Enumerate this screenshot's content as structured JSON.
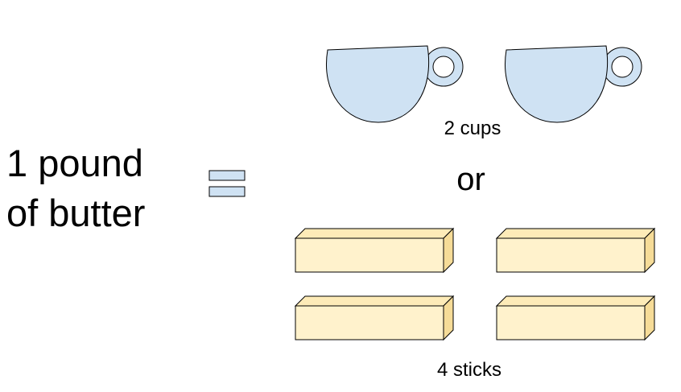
{
  "left_label": {
    "line1": "1 pound",
    "line2": "of butter"
  },
  "equals_icon": "equals-sign-icon",
  "cups": {
    "count": 2,
    "icon": "cup-icon",
    "caption": "2 cups"
  },
  "separator": "or",
  "sticks": {
    "count": 4,
    "icon": "butter-stick-icon",
    "caption": "4 sticks"
  },
  "colors": {
    "cup_fill": "#cfe2f3",
    "stick_front": "#fff2cc",
    "stick_top": "#fdebb8",
    "stick_side": "#f6dc98",
    "equals_fill": "#cfe2f3",
    "stroke": "#000000",
    "text": "#000000"
  }
}
